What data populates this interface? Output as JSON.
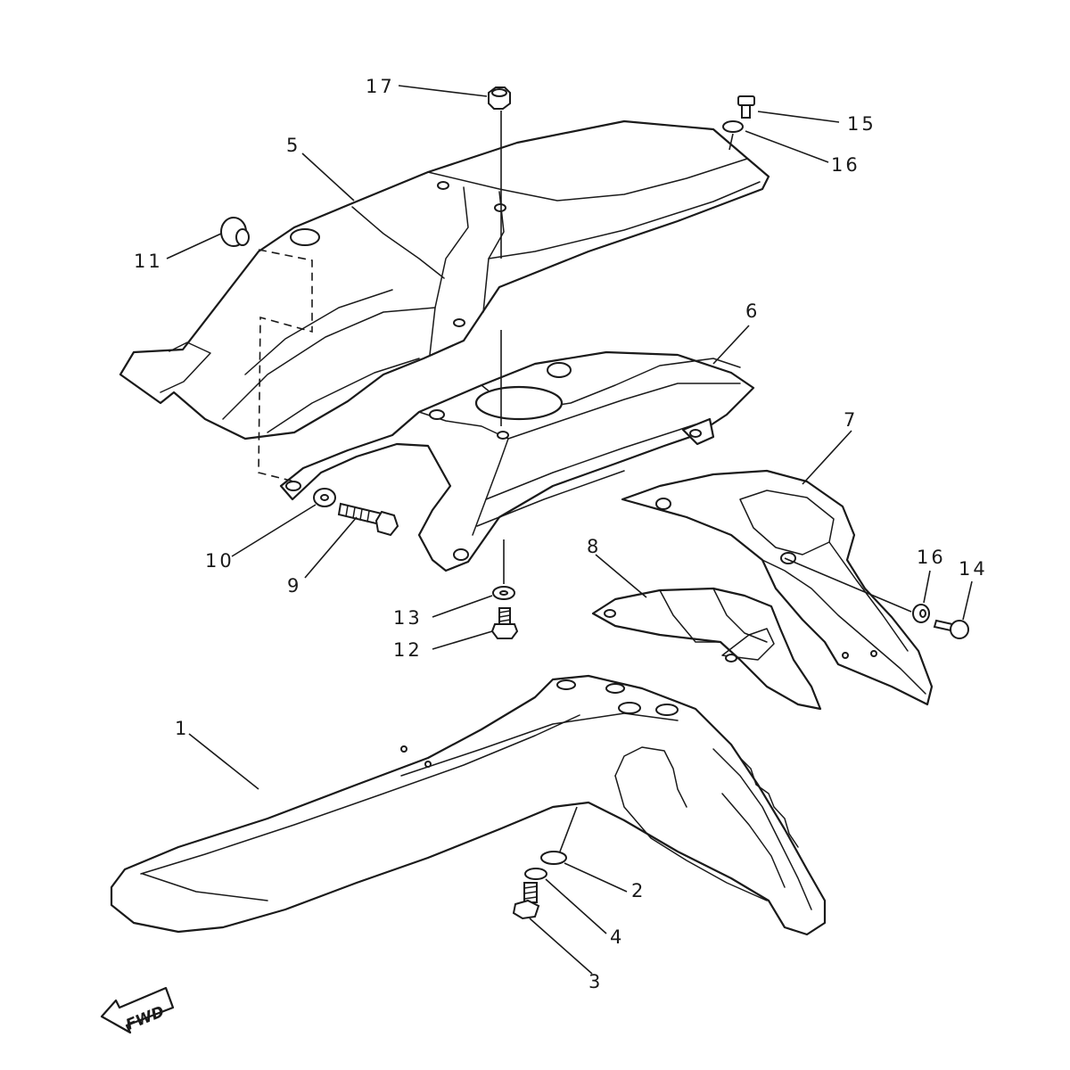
{
  "callouts": [
    {
      "id": "1",
      "label": "1"
    },
    {
      "id": "2",
      "label": "2"
    },
    {
      "id": "3",
      "label": "3"
    },
    {
      "id": "4",
      "label": "4"
    },
    {
      "id": "5",
      "label": "5"
    },
    {
      "id": "6",
      "label": "6"
    },
    {
      "id": "7",
      "label": "7"
    },
    {
      "id": "8",
      "label": "8"
    },
    {
      "id": "9",
      "label": "9"
    },
    {
      "id": "10",
      "label": "10"
    },
    {
      "id": "11",
      "label": "11"
    },
    {
      "id": "12",
      "label": "12"
    },
    {
      "id": "13",
      "label": "13"
    },
    {
      "id": "14",
      "label": "14"
    },
    {
      "id": "15",
      "label": "15"
    },
    {
      "id": "16a",
      "label": "16"
    },
    {
      "id": "16b",
      "label": "16"
    },
    {
      "id": "17",
      "label": "17"
    }
  ],
  "direction_marker": {
    "label": "FWD"
  }
}
